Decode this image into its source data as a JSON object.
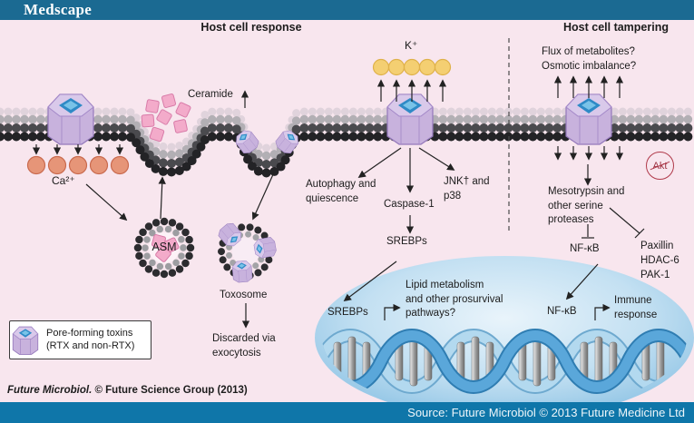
{
  "header": {
    "logo": "Medscape"
  },
  "footer": {
    "credit_journal": "Future Microbiol.",
    "credit_rest": " © Future Science Group (2013)",
    "source": "Source: Future Microbiol © 2013 Future Medicine Ltd"
  },
  "diagram": {
    "left_header": "Host cell response",
    "right_header": "Host cell tampering",
    "labels": {
      "k_ion": "K⁺",
      "ceramide": "Ceramide",
      "ca_ion": "Ca²⁺",
      "asm": "ASM",
      "toxosome": "Toxosome",
      "discarded": "Discarded via\nexocytosis",
      "autophagy": "Autophagy and\nquiescence",
      "caspase": "Caspase-1",
      "jnk": "JNK† and\np38",
      "srebps_outer": "SREBPs",
      "srebps_inner": "SREBPs",
      "lipid": "Lipid metabolism\nand other prosurvival\npathways?",
      "flux": "Flux of metabolites?\nOsmotic imbalance?",
      "akt": "Akt",
      "mesotrypsin": "Mesotrypsin and\nother serine\nproteases",
      "nfkb_outer": "NF-κB",
      "nfkb_inner": "NF-κB",
      "paxillin_list": "Paxillin\nHDAC-6\nPAK-1",
      "immune": "Immune\nresponse"
    },
    "legend": {
      "text": "Pore-forming toxins\n(RTX and non-RTX)"
    }
  },
  "colors": {
    "topbar": "#1b6a92",
    "bottombar": "#0f76a9",
    "background": "#f8e6ee",
    "toxin_purple": "#c8b2dd",
    "toxin_opening_blue": "#2e8ac6",
    "nucleus_blue": "#bcdcf0",
    "dna_blue": "#4e9cd0",
    "ceramide_pink": "#f3abca",
    "calcium_orange": "#e69578",
    "potassium_yellow": "#f4cf72",
    "akt_red": "#b03a4a"
  }
}
